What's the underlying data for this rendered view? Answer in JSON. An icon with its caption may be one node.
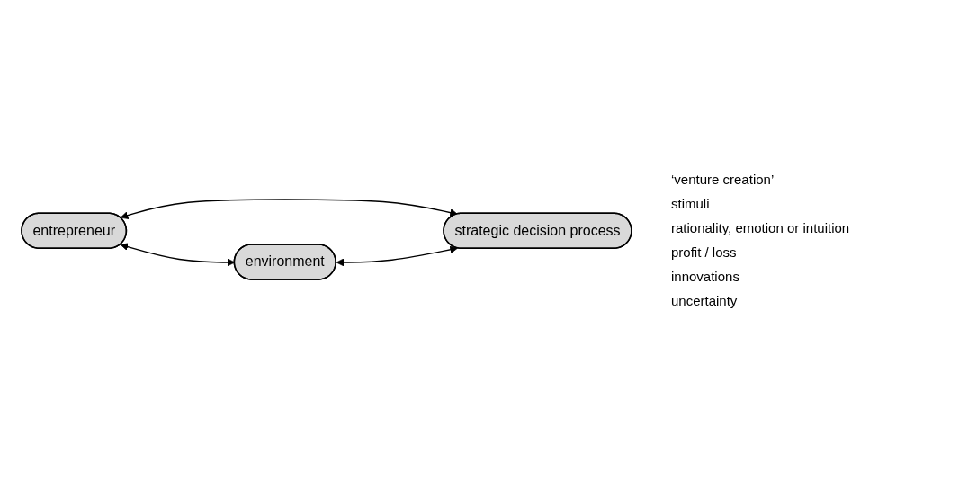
{
  "diagram": {
    "nodes": [
      {
        "text": [
          "entrepreneur"
        ]
      },
      {
        "text": [
          "environment"
        ]
      },
      {
        "text": [
          "strategic decision process"
        ]
      }
    ],
    "edges": [
      {
        "from": 0,
        "to": 1,
        "arrow": "both"
      },
      {
        "from": 0,
        "to": 2,
        "arrow": "both"
      },
      {
        "from": 1,
        "to": 2,
        "arrow": "both"
      }
    ],
    "labels": [
      "‘venture creation’",
      "stimuli",
      "rationality, emotion or intuition",
      "profit / loss",
      "innovations",
      "uncertainty"
    ]
  }
}
